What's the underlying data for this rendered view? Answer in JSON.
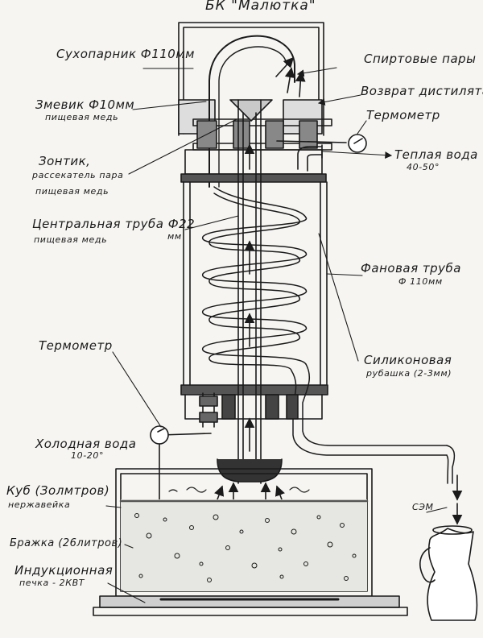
{
  "title": "БК \"Малютка\"",
  "labels": {
    "sukhoparnik": "Сухопарник Ф110мм",
    "spirt_pary": "Спиртовые пары",
    "zmeevik": "Змевик Ф10мм",
    "zmeevik_sub": "пищевая медь",
    "vozvrat": "Возврат дистилята",
    "termometr_top": "Термометр",
    "teplaya_voda": "Теплая вода",
    "teplaya_voda_sub": "40-50°",
    "zontik_1": "Зонтик,",
    "zontik_2": "рассекатель пара",
    "zontik_sub": "пищевая медь",
    "tsentr_truba": "Центральная труба Ф22",
    "tsentr_truba_unit": "мм",
    "tsentr_truba_sub": "пищевая медь",
    "fanovaya": "Фановая труба",
    "fanovaya_sub": "Ф 110мм",
    "silikon_1": "Силиконовая",
    "silikon_2": "рубашка (2-3мм)",
    "termometr_left": "Термометр",
    "kholodnaya": "Холодная вода",
    "kholodnaya_sub": "10-20°",
    "kub": "Куб (Золмтров)",
    "kub_sub": "нержавейка",
    "sem": "СЭМ",
    "branka": "Бражка (26литров)",
    "induktsion": "Индукционная",
    "induktsion_sub": "печка - 2КВТ"
  }
}
